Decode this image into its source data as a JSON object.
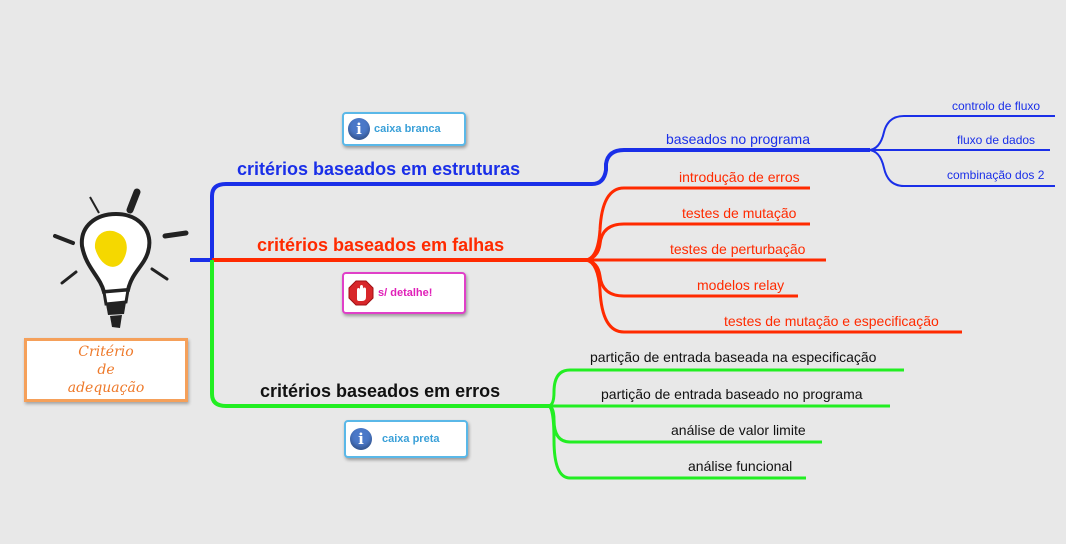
{
  "center": {
    "lines": [
      "Critério",
      "de",
      "adequação"
    ],
    "icon": "lightbulb-icon"
  },
  "colors": {
    "blue": "#1a2fe8",
    "red": "#ff2a00",
    "green": "#22ee22",
    "orange": "#f5a05a"
  },
  "branches": {
    "structures": {
      "label": "critérios baseados em estruturas",
      "callout": {
        "icon": "info-icon",
        "label": "caixa branca"
      },
      "child": {
        "label": "baseados no programa",
        "children": [
          "controlo de fluxo",
          "fluxo de dados",
          "combinação dos 2"
        ]
      }
    },
    "faults": {
      "label": "critérios baseados em falhas",
      "callout": {
        "icon": "stop-hand-icon",
        "label": "s/ detalhe!"
      },
      "children": [
        "introdução de erros",
        "testes de mutação",
        "testes de perturbação",
        "modelos relay",
        "testes de mutação e especificação"
      ]
    },
    "errors": {
      "label": "critérios baseados em erros",
      "callout": {
        "icon": "info-icon",
        "label": "caixa preta"
      },
      "children": [
        "partição de entrada baseada na especificação",
        "partição de entrada  baseado no programa",
        "análise de valor limite",
        "análise funcional"
      ]
    }
  }
}
